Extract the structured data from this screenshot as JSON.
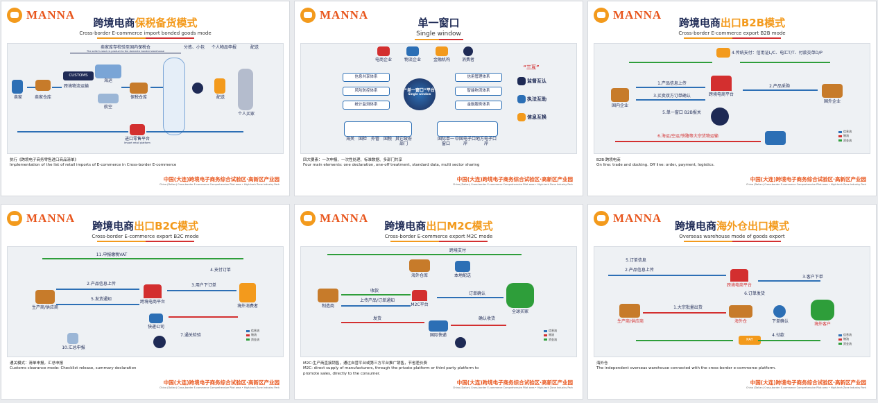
{
  "brand": {
    "logo_text": "MANNA"
  },
  "footer": {
    "cn": "中国(大连)跨境电子商务综合试验区·高新区产业园",
    "en": "China (Dalian) Cross-border E-commerce Comprehensive Pilot area • High-tech Zone Industry Park"
  },
  "colors": {
    "accent": "#f39a1c",
    "brand": "#e8561d",
    "navy": "#1e2a55",
    "blue": "#2c6fb5",
    "green": "#2e9e3a",
    "red": "#d32f2f"
  },
  "panels": [
    {
      "title_cn": "跨境电商",
      "title_hl": "保税备货模式",
      "title_en": "Cross-border E-commerce import bonded goods mode",
      "header_bar": "卖家库存检验至国内保税仓",
      "header_sub": "The seller's stock is product to the domestic bonded warehouse",
      "stages": [
        "分拣、小包",
        "个人物品申报",
        "配送"
      ],
      "nodes": [
        "卖家",
        "卖家仓库",
        "CUSTOMS",
        "跨境物流运输",
        "海运",
        "航空",
        "保税仓库",
        "配送",
        "个人买家"
      ],
      "bottom_node": "进口零售平台",
      "bottom_node_en": "Import retail platform",
      "note_cn": "执行《跨境电子商务零售进口商品清单》",
      "note_en": "Implementation of the list of retail imports of E-commerce in Cross-border E-commerce"
    },
    {
      "title_cn": "单一窗口",
      "title_hl": "",
      "title_en": "Single window",
      "top_nodes": [
        "电商企业",
        "物流企业",
        "金融机构",
        "消费者"
      ],
      "left_systems": [
        "信息共享体系",
        "风险防控体系",
        "统计监测体系"
      ],
      "right_systems": [
        "金融服务体系",
        "智能物流体系",
        "信用管理体系"
      ],
      "center": "“单一窗口”平台",
      "center_en": "Single window",
      "bottom_nodes": [
        "海关",
        "国检",
        "外管",
        "国税",
        "其它政府部门"
      ],
      "bottom_right": [
        "国际单一窗口",
        "中国电子口岸",
        "地方电子口岸"
      ],
      "three_mutual_title": "“三互”",
      "three_mutual": [
        "监督互认",
        "执法互助",
        "信息互换"
      ],
      "note_cn": "四大要素：一次申报、一次性处理、标准数据、多部门共享",
      "note_en": "Four main elements: one declaration, one-off treatment, standard data, multi sector sharing"
    },
    {
      "title_cn": "跨境电商",
      "title_hl": "出口B2B模式",
      "title_en": "Cross-border E-commerce export B2B mode",
      "nodes": [
        "国内企业",
        "跨境电商平台",
        "国外企业"
      ],
      "top_label": "4.传统支付：信用证L/C、电汇T/T、付款交单D/P",
      "steps": [
        "1.产品信息上传",
        "3.买卖双方订单确认",
        "2.产品采购",
        "5.单一窗口 B2B报关",
        "6.海运/空运/铁路等大宗货物运输"
      ],
      "note_cn": "B2B·跨境电商",
      "note_en": "On line: trade and docking. Off line: order, payment, logistics.",
      "legend": [
        "信息流",
        "物流",
        "资金流"
      ]
    },
    {
      "title_cn": "跨境电商",
      "title_hl": "出口B2C模式",
      "title_en": "Cross-border E-commerce export B2C mode",
      "nodes": [
        "生产商/供应商",
        "跨境电商平台",
        "境外消费者",
        "快递公司",
        "10.汇总申报"
      ],
      "steps": [
        "11.申报缴税VAT",
        "2.产品信息上传",
        "3.用户下订单",
        "5.发货通知",
        "7.通关检验",
        "4.支付订单"
      ],
      "note_cn": "通关模式：清单申报，汇总申报",
      "note_en": "Customs clearance mode: Checklist release, summary declaration",
      "legend": [
        "信息流",
        "物流",
        "资金流"
      ]
    },
    {
      "title_cn": "跨境电商",
      "title_hl": "出口M2C模式",
      "title_en": "Cross-border E-commerce export M2C mode",
      "nodes": [
        "制造商",
        "海外仓库",
        "本地配送",
        "M2C平台",
        "全球买家",
        "国际快递"
      ],
      "steps": [
        "跨境支付",
        "收款",
        "上传产品/订单通知",
        "订单确认",
        "发货",
        "确认收货"
      ],
      "note_cn": "M2C:生产商直接销售，通过自营平台或第三方平台推广销售，节省差价费",
      "note_en": "M2C: direct supply of manufacturers, through the private platform or third party platform to promote sales, directly to the consumer.",
      "legend": [
        "信息流",
        "物流",
        "资金流"
      ]
    },
    {
      "title_cn": "跨境电商",
      "title_hl": "海外仓出口模式",
      "title_en": "Overseas warehouse mode of goods export",
      "nodes": [
        "跨境电商平台",
        "生产商/供应商",
        "海外仓",
        "下单确认",
        "境外客户",
        "PAY"
      ],
      "steps": [
        "5.订单信息",
        "2.产品信息上传",
        "6.订单发货",
        "1.大宗批量出货",
        "3.客户下单",
        "4.付款"
      ],
      "note_cn": "海外仓",
      "note_en": "The independent overseas warehouse connected with the cross-border e-commerce platform.",
      "legend": [
        "信息流",
        "物流",
        "资金流"
      ]
    }
  ]
}
